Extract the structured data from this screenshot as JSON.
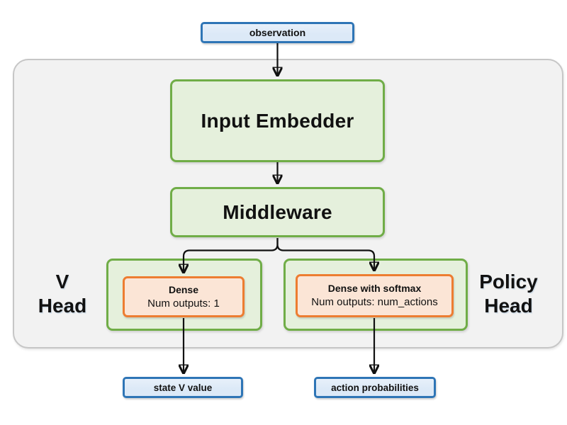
{
  "colors": {
    "blue_border": "#2E75B6",
    "blue_fill": "#DCE9F7",
    "green_border": "#70AD47",
    "green_fill": "#E5F0DC",
    "orange_border": "#ED7D31",
    "orange_fill": "#FBE5D6",
    "container_fill": "#F2F2F2",
    "container_border": "#C6C6C6",
    "arrow": "#111111",
    "text": "#111111"
  },
  "nodes": {
    "observation": "observation",
    "input_embedder": "Input Embedder",
    "middleware": "Middleware",
    "v_head": {
      "label_line1": "V",
      "label_line2": "Head",
      "dense_title": "Dense",
      "dense_subtitle": "Num outputs: 1"
    },
    "policy_head": {
      "label_line1": "Policy",
      "label_line2": "Head",
      "dense_title": "Dense with softmax",
      "dense_subtitle": "Num outputs: num_actions"
    },
    "state_v_value": "state V value",
    "action_probabilities": "action probabilities"
  }
}
